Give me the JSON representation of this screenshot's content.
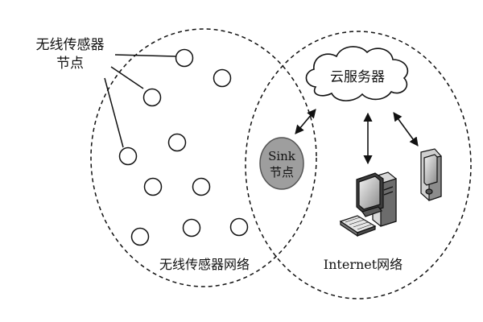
{
  "diagram": {
    "sensor_label_line1": "无线传感器",
    "sensor_label_line2": "节点",
    "sink_label_line1": "Sink",
    "sink_label_line2": "节点",
    "cloud_label": "云服务器",
    "wsn_label": "无线传感器网络",
    "internet_label": "Internet网络"
  },
  "colors": {
    "stroke": "#111111",
    "sink_fill": "#9e9e9e",
    "background": "#ffffff"
  },
  "icons": [
    "cloud-icon",
    "desktop-computer-icon",
    "pda-device-icon"
  ]
}
